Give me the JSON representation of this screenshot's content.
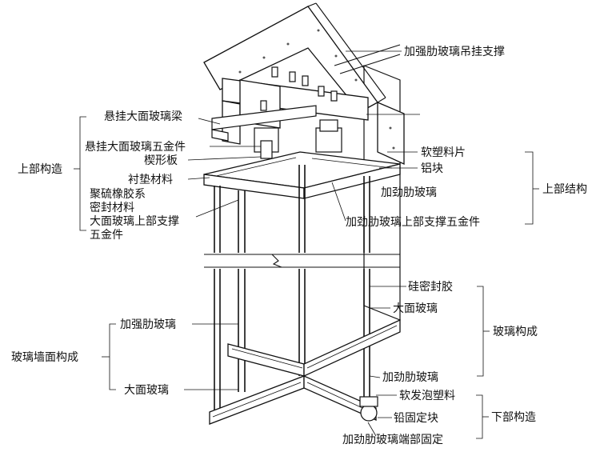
{
  "labels": {
    "top_hanger_support": "加强肋玻璃吊挂支撑",
    "hanging_beam": "悬挂大面玻璃梁",
    "hanging_hardware": "悬挂大面玻璃五金件",
    "wedge_plate": "楔形板",
    "cushion_material": "衬垫材料",
    "polysulfide_sealant_1": "聚硫橡胶系",
    "polysulfide_sealant_2": "密封材料",
    "upper_support_hw_1": "大面玻璃上部支撑",
    "upper_support_hw_2": "五金件",
    "soft_plastic_sheet": "软塑料片",
    "aluminum_block": "铝块",
    "rib_glass_top": "加劲肋玻璃",
    "rib_upper_support_hw": "加劲肋玻璃上部支撑五金件",
    "silicone_sealant": "硅密封胶",
    "large_glass_right": "大面玻璃",
    "rib_glass_bottom": "加劲肋玻璃",
    "foam_plastic": "软发泡塑料",
    "lead_block": "铅固定块",
    "rib_end_fixing": "加劲肋玻璃端部固定",
    "reinforcing_rib_glass_left": "加强肋玻璃",
    "large_glass_left": "大面玻璃"
  },
  "groups": {
    "upper_construction": "上部构造",
    "upper_structure": "上部结构",
    "glass_composition": "玻璃构成",
    "wall_composition": "玻璃墙面构成",
    "lower_construction": "下部构造"
  }
}
